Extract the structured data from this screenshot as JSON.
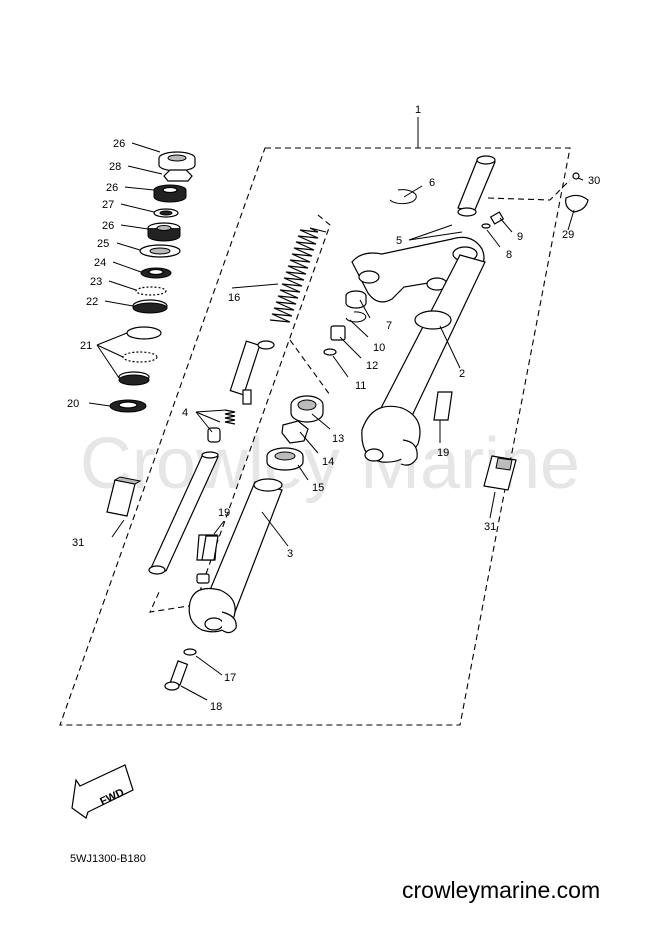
{
  "watermark": "Crowley Marine",
  "diagram_code": "5WJ1300-B180",
  "site": "crowleymarine.com",
  "fwd_label": "FWD",
  "callouts": {
    "c1": "1",
    "c2": "2",
    "c3": "3",
    "c4": "4",
    "c5": "5",
    "c6": "6",
    "c7": "7",
    "c8": "8",
    "c9": "9",
    "c10": "10",
    "c11": "11",
    "c12": "12",
    "c13": "13",
    "c14": "14",
    "c15": "15",
    "c16": "16",
    "c17": "17",
    "c18": "18",
    "c19a": "19",
    "c19b": "19",
    "c20": "20",
    "c21": "21",
    "c22": "22",
    "c23": "23",
    "c24": "24",
    "c25": "25",
    "c26a": "26",
    "c26b": "26",
    "c26c": "26",
    "c27": "27",
    "c28": "28",
    "c29": "29",
    "c30": "30",
    "c31a": "31",
    "c31b": "31"
  }
}
